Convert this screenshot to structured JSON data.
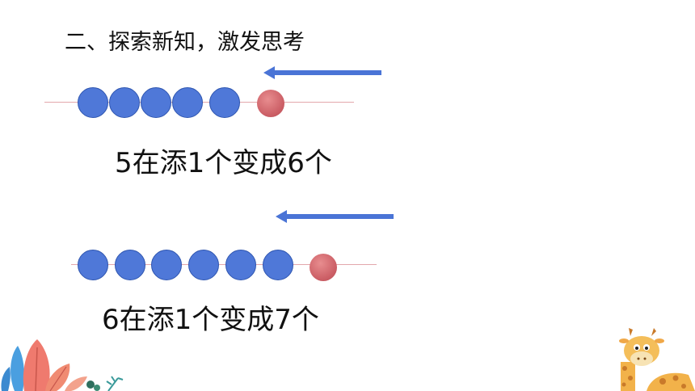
{
  "heading": "二、探索新知，激发思考",
  "row1": {
    "caption": "5在添1个变成6个",
    "blue_bead_count": 5,
    "red_bead_count": 1
  },
  "row2": {
    "caption": "6在添1个变成7个",
    "blue_bead_count": 6,
    "red_bead_count": 1
  },
  "colors": {
    "blue_bead": "#4f78d8",
    "red_bead": "#cc5f66",
    "arrow": "#4a74d6",
    "line": "#e3a7ac"
  },
  "icons": [
    "arrow-left-icon",
    "leaf-decoration-icon",
    "giraffe-icon"
  ]
}
